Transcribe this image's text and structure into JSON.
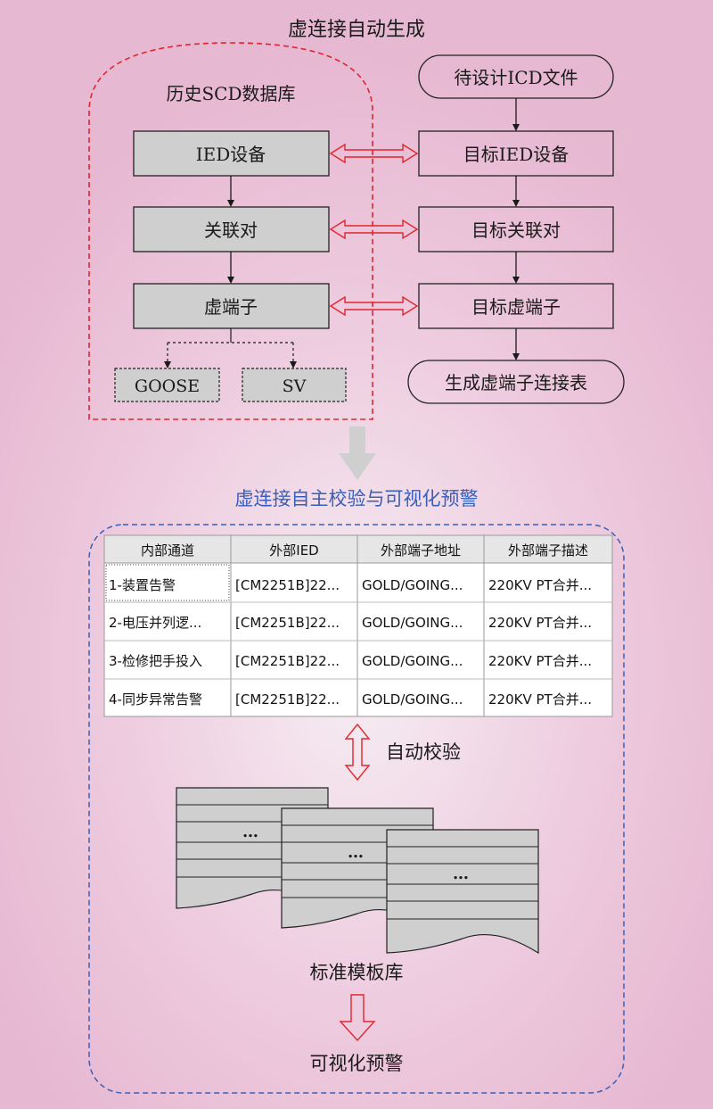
{
  "top_title": "虚连接自动生成",
  "history_db": {
    "title": "历史SCD数据库",
    "ied": "IED设备",
    "pair": "关联对",
    "terminal": "虚端子",
    "goose": "GOOSE",
    "sv": "SV"
  },
  "target": {
    "icd": "待设计ICD文件",
    "ied": "目标IED设备",
    "pair": "目标关联对",
    "terminal": "目标虚端子",
    "table": "生成虚端子连接表"
  },
  "bottom_title": "虚连接自主校验与可视化预警",
  "table": {
    "headers": [
      "内部通道",
      "外部IED",
      "外部端子地址",
      "外部端子描述"
    ],
    "rows": [
      [
        "1-装置告警",
        "[CM2251B]22...",
        "GOLD/GOING...",
        "220KV PT合并..."
      ],
      [
        "2-电压并列逻...",
        "[CM2251B]22...",
        "GOLD/GOING...",
        "220KV PT合并..."
      ],
      [
        "3-检修把手投入",
        "[CM2251B]22...",
        "GOLD/GOING...",
        "220KV PT合并..."
      ],
      [
        "4-同步异常告警",
        "[CM2251B]22...",
        "GOLD/GOING...",
        "220KV PT合并..."
      ]
    ]
  },
  "auto_check": "自动校验",
  "template_ellipsis": "…",
  "template_lib": "标准模板库",
  "warning": "可视化预警",
  "colors": {
    "red": "#e0262e",
    "blue": "#3a5fb8",
    "box_fill": "#cfcfcf",
    "arrow_gray": "#cfcfcf"
  }
}
